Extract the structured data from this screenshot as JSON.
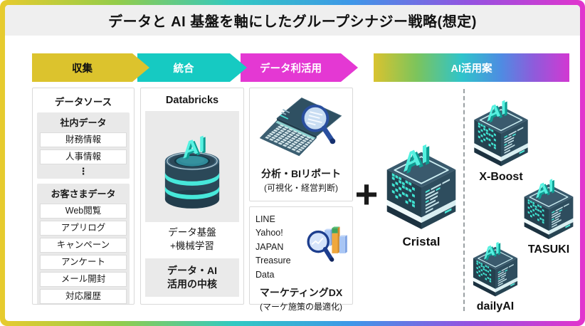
{
  "title": "データと AI 基盤を軸にしたグループシナジー戦略(想定)",
  "flow": {
    "steps": [
      {
        "label": "収集"
      },
      {
        "label": "統合"
      },
      {
        "label": "データ利活用"
      }
    ],
    "ai_banner_label": "AI活用案"
  },
  "datasource": {
    "title": "データソース",
    "groups": [
      {
        "header": "社内データ",
        "items": [
          "財務情報",
          "人事情報"
        ],
        "ellipsis": "⋮"
      },
      {
        "header": "お客さまデータ",
        "items": [
          "Web閲覧",
          "アプリログ",
          "キャンペーン",
          "アンケート",
          "メール開封",
          "対応履歴"
        ],
        "ellipsis": "⋮"
      }
    ]
  },
  "platform": {
    "title": "Databricks",
    "caption_lines": [
      "データ基盤",
      "+機械学習"
    ],
    "footer_lines": [
      "データ・AI",
      "活用の中核"
    ]
  },
  "bi": {
    "title": "分析・BIリポート",
    "subtitle": "(可視化・経営判断)"
  },
  "marketing": {
    "companies": [
      "LINE",
      "Yahoo! JAPAN",
      "Treasure Data"
    ],
    "title": "マーケティングDX",
    "subtitle": "(マーケ施策の最適化)"
  },
  "plus_label": "+",
  "products": {
    "main": {
      "label": "Cristal"
    },
    "sub": [
      {
        "label": "X-Boost"
      },
      {
        "label": "TASUKI"
      },
      {
        "label": "dailyAI"
      }
    ]
  },
  "colors": {
    "flow_collect": "#dcc32d",
    "flow_integrate": "#16cac2",
    "flow_utilize": "#e438d3",
    "ai_gradient": [
      "#d9c32f",
      "#7cc45c",
      "#2fc4cb",
      "#4e8ce2",
      "#8f5bdb",
      "#d238d2"
    ],
    "cube_body": "#2c4a5a",
    "accent_cyan": "#4fe9d9",
    "banner_bg": "#efefef"
  }
}
